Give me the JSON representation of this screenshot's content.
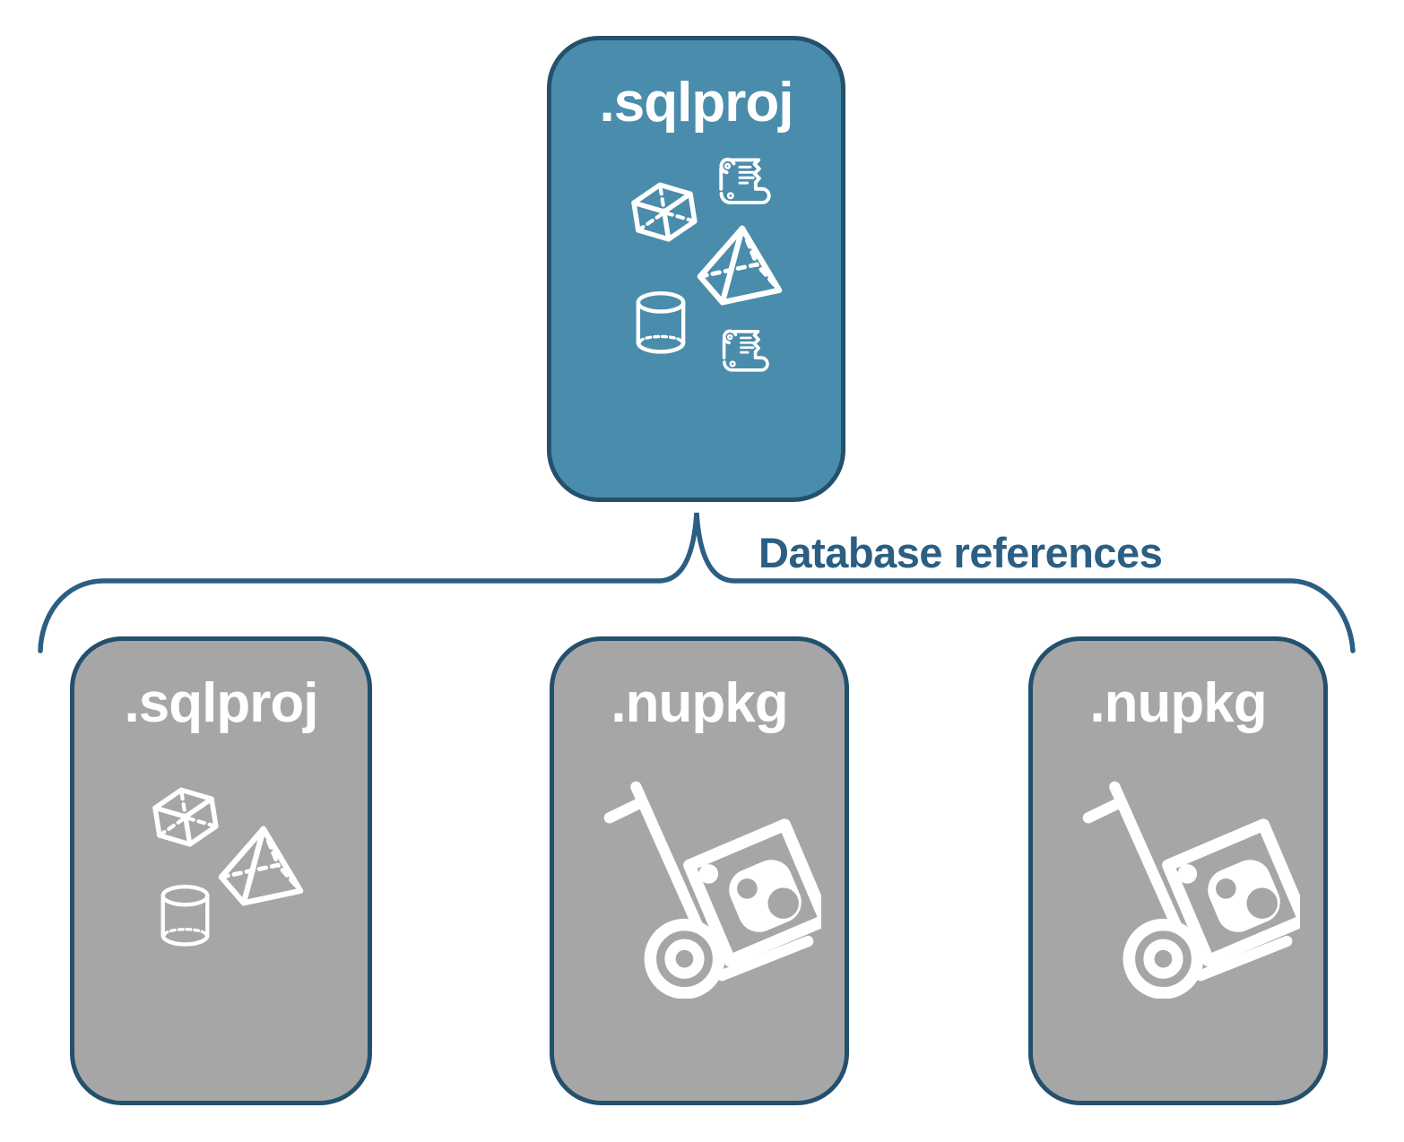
{
  "diagram": {
    "connector_label": "Database references",
    "root_card": {
      "title": ".sqlproj",
      "icons": [
        "scroll-icon",
        "cube-icon",
        "pyramid-icon",
        "cylinder-icon",
        "scroll-icon"
      ]
    },
    "child_cards": [
      {
        "title": ".sqlproj",
        "icons": [
          "cube-icon",
          "pyramid-icon",
          "cylinder-icon"
        ]
      },
      {
        "title": ".nupkg",
        "icons": [
          "hand-truck-package-icon"
        ]
      },
      {
        "title": ".nupkg",
        "icons": [
          "hand-truck-package-icon"
        ]
      }
    ],
    "colors": {
      "root_card_fill": "#4a8cab",
      "child_card_fill": "#a6a6a6",
      "card_border": "#24506e",
      "connector": "#2b5e83",
      "label_text": "#2b5e83",
      "card_title_text": "#ffffff",
      "icon_color": "#ffffff"
    }
  }
}
